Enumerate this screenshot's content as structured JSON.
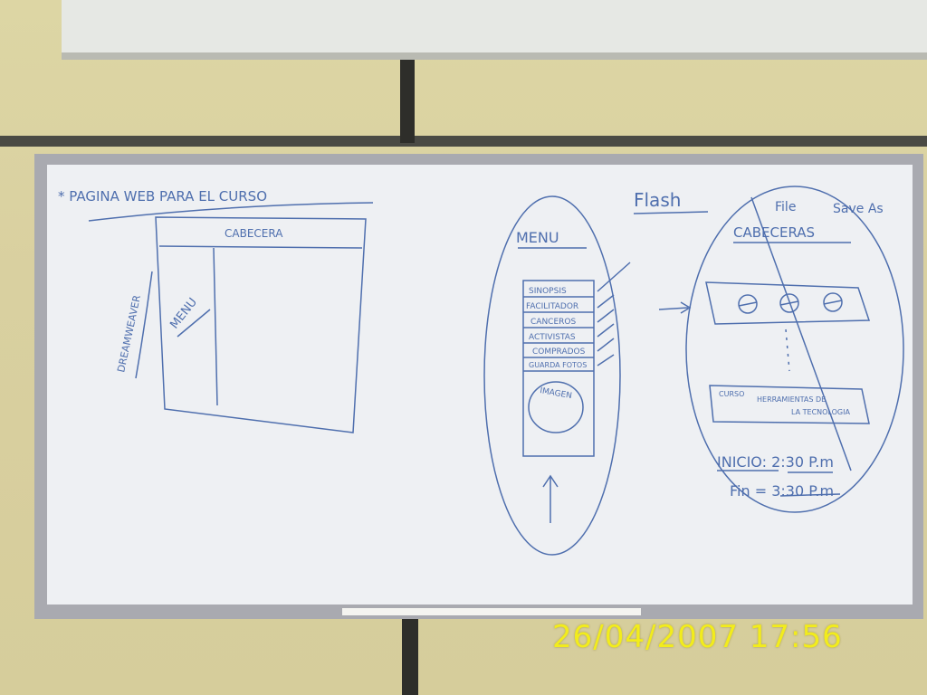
{
  "colors": {
    "wall": "#ddd6a4",
    "whiteboard": "#eef0f3",
    "board_frame": "#a9aab0",
    "marker_ink": "#4f6fae",
    "timestamp": "#f2ec1c"
  },
  "whiteboard": {
    "title": "* PAGINA WEB PARA EL CURSO",
    "left_sketch": {
      "header_label": "CABECERA",
      "menu_label": "MENU",
      "side_label": "DREAMWEAVER"
    },
    "middle_sketch": {
      "title": "MENU",
      "items": [
        "SINOPSIS",
        "FACILITADOR",
        "CANCEROS",
        "ACTIVISTAS",
        "COMPRADOS",
        "GUARDA FOTOS"
      ],
      "image_label": "IMAGEN"
    },
    "right_sketch": {
      "flash_label": "Flash",
      "file_label": "File",
      "save_as_label": "Save As",
      "title": "CABECERAS",
      "footer_text_1": "CURSO",
      "footer_text_2": "HERRAMIENTAS DE",
      "footer_text_3": "LA TECNOLOGIA",
      "inicio": "INICIO: 2:30 P.m",
      "fin": "Fin = 3:30 P.m"
    }
  },
  "timestamp": "26/04/2007  17:56"
}
